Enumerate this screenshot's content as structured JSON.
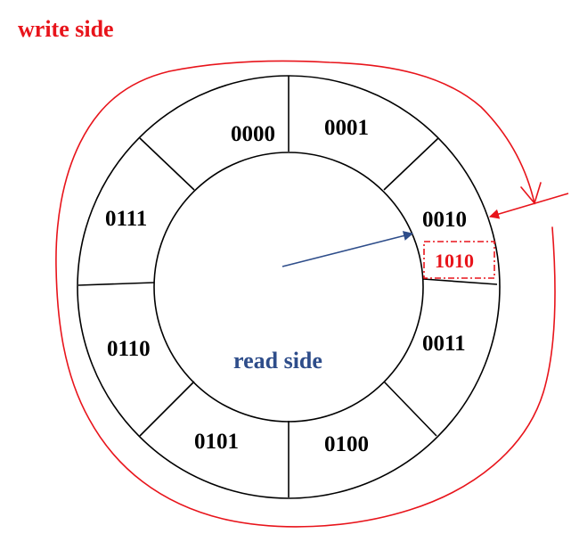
{
  "labels": {
    "write_side": "write side",
    "read_side": "read side",
    "alt_value": "1010"
  },
  "segments": [
    {
      "id": "seg-0000",
      "label": "0000"
    },
    {
      "id": "seg-0001",
      "label": "0001"
    },
    {
      "id": "seg-0010",
      "label": "0010"
    },
    {
      "id": "seg-0011",
      "label": "0011"
    },
    {
      "id": "seg-0100",
      "label": "0100"
    },
    {
      "id": "seg-0101",
      "label": "0101"
    },
    {
      "id": "seg-0110",
      "label": "0110"
    },
    {
      "id": "seg-0111",
      "label": "0111"
    }
  ],
  "colors": {
    "write_ink": "#e8141b",
    "read_ink": "#2e4d8a",
    "line": "#000000"
  }
}
